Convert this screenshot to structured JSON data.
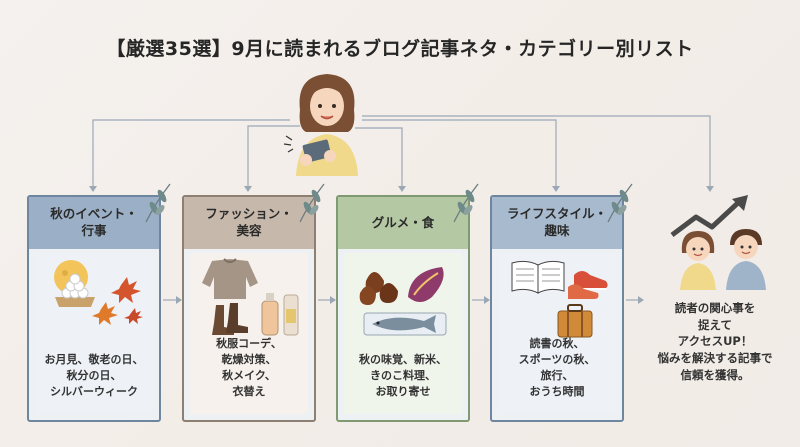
{
  "title": "【厳選35選】9月に読まれるブログ記事ネタ・カテゴリー別リスト",
  "categories": [
    {
      "heading": "秋のイベント・\n行事",
      "items": "お月見、敬老の日、\n秋分の日、\nシルバーウィーク"
    },
    {
      "heading": "ファッション・\n美容",
      "items": "秋服コーデ、\n乾燥対策、\n秋メイク、\n衣替え"
    },
    {
      "heading": "グルメ・食",
      "items": "秋の味覚、新米、\nきのこ料理、\nお取り寄せ"
    },
    {
      "heading": "ライフスタイル・\n趣味",
      "items": "読書の秋、\nスポーツの秋、\n旅行、\nおうち時間"
    }
  ],
  "summary": "読者の関心事を\n捉えて\nアクセスUP！\n悩みを解決する記事で\n信頼を獲得。",
  "colors": {
    "blue_head": "#9bb0c6",
    "beige_head": "#c6b8aa",
    "green_head": "#b5c8a4",
    "line": "#9aa8b6"
  }
}
